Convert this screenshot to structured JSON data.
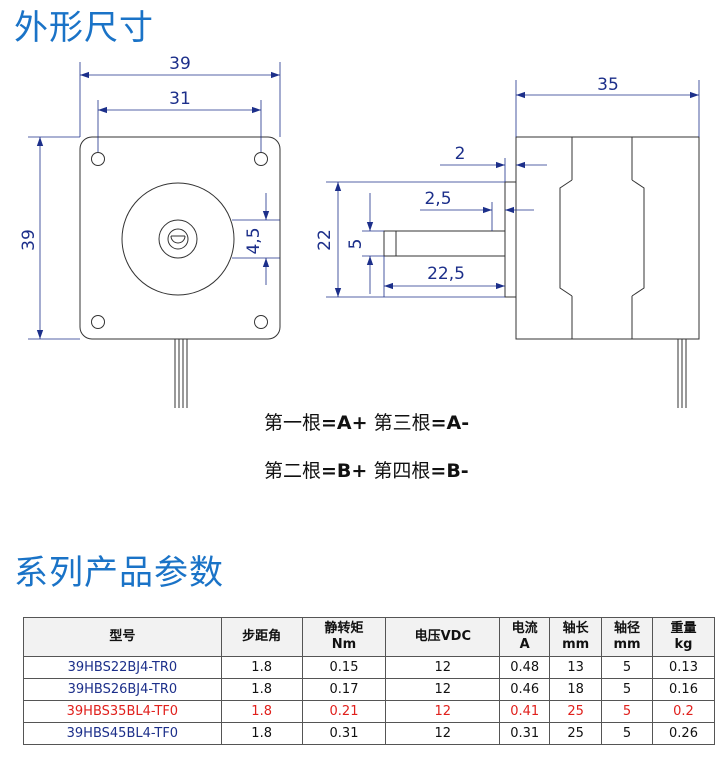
{
  "sections": {
    "outline_title": "外形尺寸",
    "params_title": "系列产品参数"
  },
  "dimensions": {
    "front_width": "39",
    "front_hole_spacing": "31",
    "front_height": "39",
    "boss_diameter": "4,5",
    "side_length": "35",
    "side_flange": "2",
    "side_gap": "2,5",
    "side_boss_height": "22",
    "side_shaft_dia": "5",
    "side_shaft_length": "22,5"
  },
  "wiring": {
    "line1": [
      {
        "label": "第一根",
        "value": "=A+"
      },
      {
        "label": "第三根",
        "value": "=A-"
      }
    ],
    "line2": [
      {
        "label": "第二根",
        "value": "=B+"
      },
      {
        "label": "第四根",
        "value": "=B-"
      }
    ]
  },
  "table": {
    "headers": [
      {
        "line1": "型号",
        "line2": ""
      },
      {
        "line1": "步距角",
        "line2": ""
      },
      {
        "line1": "静转矩",
        "line2": "Nm"
      },
      {
        "line1": "电压VDC",
        "line2": ""
      },
      {
        "line1": "电流",
        "line2": "A"
      },
      {
        "line1": "轴长",
        "line2": "mm"
      },
      {
        "line1": "轴径",
        "line2": "mm"
      },
      {
        "line1": "重量",
        "line2": "kg"
      }
    ],
    "rows": [
      {
        "highlight": false,
        "cells": [
          "39HBS22BJ4-TR0",
          "1.8",
          "0.15",
          "12",
          "0.48",
          "13",
          "5",
          "0.13"
        ]
      },
      {
        "highlight": false,
        "cells": [
          "39HBS26BJ4-TR0",
          "1.8",
          "0.17",
          "12",
          "0.46",
          "18",
          "5",
          "0.16"
        ]
      },
      {
        "highlight": true,
        "cells": [
          "39HBS35BL4-TF0",
          "1.8",
          "0.21",
          "12",
          "0.41",
          "25",
          "5",
          "0.2"
        ]
      },
      {
        "highlight": false,
        "cells": [
          "39HBS45BL4-TF0",
          "1.8",
          "0.31",
          "12",
          "0.31",
          "25",
          "5",
          "0.26"
        ]
      }
    ]
  },
  "colors": {
    "heading": "#1a73c7",
    "dimension": "#1c2f8a",
    "highlight_row": "#e0201c"
  }
}
